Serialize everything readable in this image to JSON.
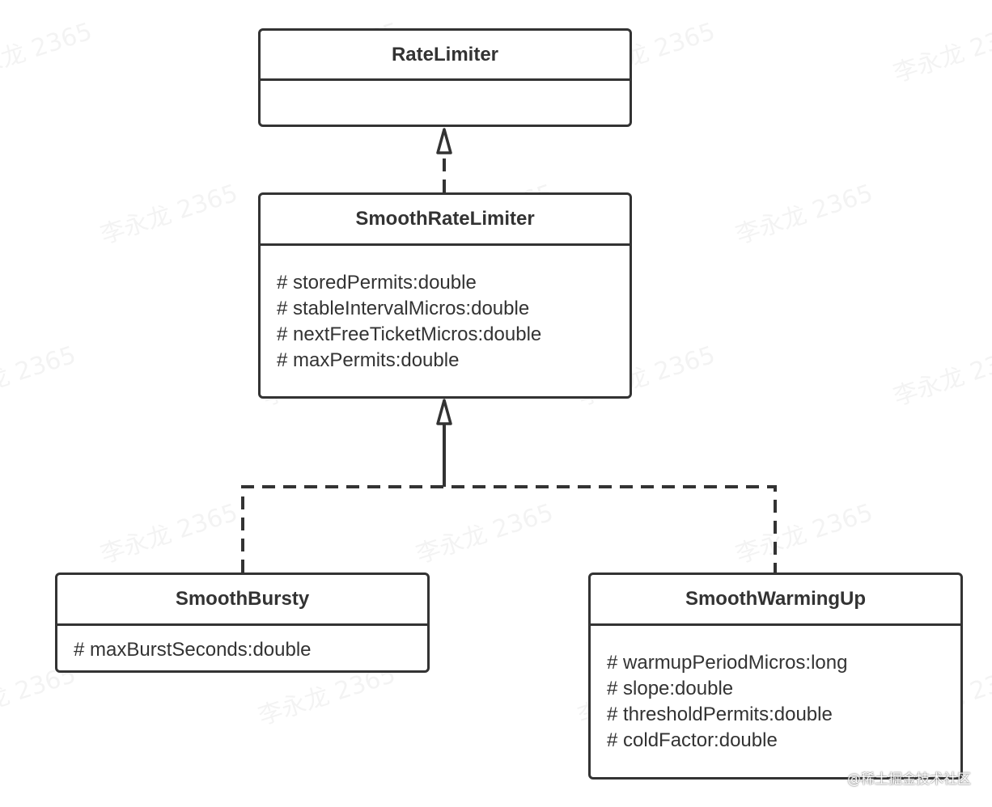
{
  "watermark": "李永龙 2365",
  "footer_credit": "@稀土掘金技术社区",
  "classes": {
    "rate_limiter": {
      "name": "RateLimiter",
      "attributes": []
    },
    "smooth_rate_limiter": {
      "name": "SmoothRateLimiter",
      "attributes": [
        "# storedPermits:double",
        "# stableIntervalMicros:double",
        "# nextFreeTicketMicros:double",
        "# maxPermits:double"
      ]
    },
    "smooth_bursty": {
      "name": "SmoothBursty",
      "attributes": [
        "# maxBurstSeconds:double"
      ]
    },
    "smooth_warming_up": {
      "name": "SmoothWarmingUp",
      "attributes": [
        "# warmupPeriodMicros:long",
        "# slope:double",
        "# thresholdPermits:double",
        "# coldFactor:double"
      ]
    }
  },
  "relations": [
    {
      "from": "SmoothRateLimiter",
      "to": "RateLimiter",
      "kind": "realization"
    },
    {
      "from": "SmoothBursty",
      "to": "SmoothRateLimiter",
      "kind": "realization"
    },
    {
      "from": "SmoothWarmingUp",
      "to": "SmoothRateLimiter",
      "kind": "realization"
    }
  ],
  "colors": {
    "stroke": "#333333",
    "background": "#ffffff"
  }
}
